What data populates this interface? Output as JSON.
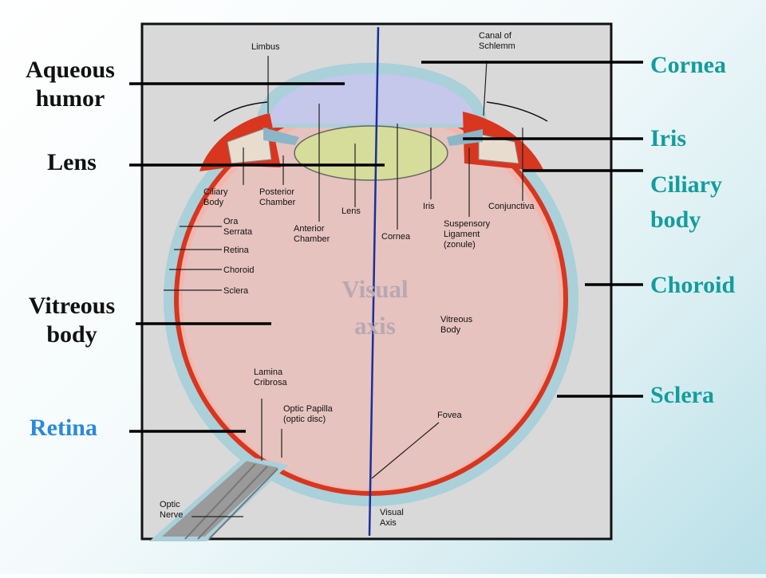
{
  "colors": {
    "right_label": "#139d9c",
    "retina_label": "#2a8ad8",
    "left_label": "#111111",
    "visual_axis_label": "#b7a8b2",
    "panel_bg": "#d9d9d9",
    "vitreous": "#e6c3bf",
    "choroid_red": "#d8361f",
    "sclera_blue": "#aad0da",
    "aqueous": "#c5c7eb",
    "lens": "#d6dc9a",
    "axis_line": "#1a2f9a"
  },
  "labels": {
    "aqueous_humor": "Aqueous\nhumor",
    "lens": "Lens",
    "vitreous_body": "Vitreous\nbody",
    "retina": "Retina",
    "cornea": "Cornea",
    "iris": "Iris",
    "ciliary_body": "Ciliary\nbody",
    "choroid": "Choroid",
    "sclera": "Sclera",
    "visual_axis": "Visual\naxis"
  },
  "inner_labels": {
    "limbus": "Limbus",
    "canal_of_schlemm": "Canal of\nSchlemm",
    "ciliary_body": "Ciliary\nBody",
    "posterior_chamber": "Posterior\nChamber",
    "lens": "Lens",
    "iris": "Iris",
    "conjunctiva": "Conjunctiva",
    "ora_serrata": "Ora\nSerrata",
    "retina": "Retina",
    "choroid": "Choroid",
    "sclera": "Sclera",
    "anterior_chamber": "Anterior\nChamber",
    "cornea": "Cornea",
    "suspensory_ligament": "Suspensory\nLigament\n(zonule)",
    "vitreous_body": "Vitreous\nBody",
    "lamina_cribrosa": "Lamina\nCribrosa",
    "optic_papilla": "Optic Papilla\n(optic disc)",
    "fovea": "Fovea",
    "optic_nerve": "Optic\nNerve",
    "visual_axis": "Visual\nAxis"
  }
}
